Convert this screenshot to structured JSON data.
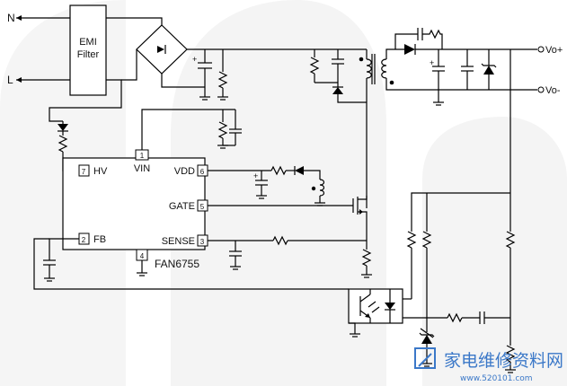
{
  "inputs": {
    "neutral": "N",
    "line": "L"
  },
  "emi_filter": {
    "line1": "EMI",
    "line2": "Filter"
  },
  "controller": {
    "part": "FAN6755",
    "pins": {
      "p1": {
        "num": "1",
        "name": "VIN"
      },
      "p2": {
        "num": "2",
        "name": "FB"
      },
      "p3": {
        "num": "3",
        "name": "SENSE"
      },
      "p4": {
        "num": "4",
        "name": ""
      },
      "p5": {
        "num": "5",
        "name": "GATE"
      },
      "p6": {
        "num": "6",
        "name": "VDD"
      },
      "p7": {
        "num": "7",
        "name": "HV"
      }
    }
  },
  "outputs": {
    "positive": "Vo+",
    "negative": "Vo-"
  },
  "polarity": {
    "bulk": "+",
    "vdd": "+",
    "out": "+"
  },
  "watermark": {
    "text": "家电维修资料网",
    "url": "www.520101.com"
  },
  "colors": {
    "wire": "#000000",
    "background": "#ffffff",
    "shape": "#ececec",
    "watermark": "#3b78c8"
  }
}
